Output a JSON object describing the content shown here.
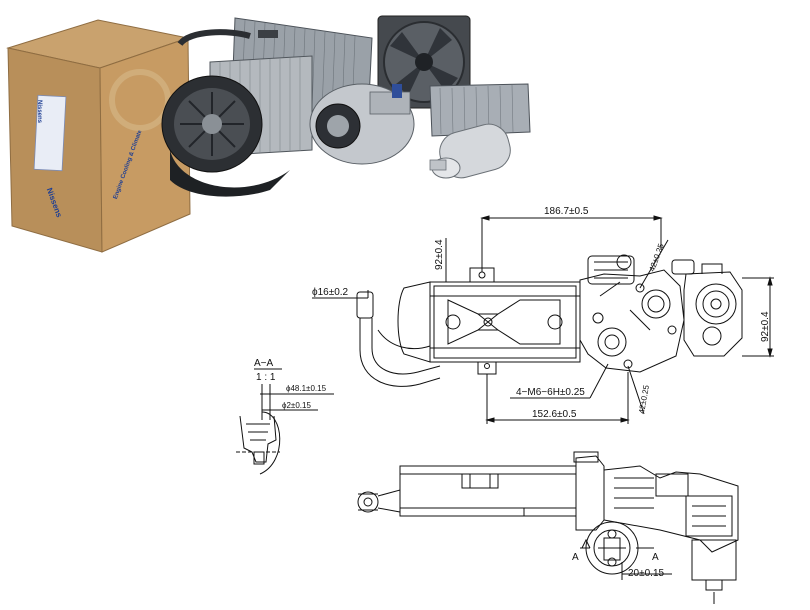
{
  "product_photo": {
    "box_brand": "Nissens",
    "box_side_brand": "Nissens",
    "box_tagline": "Engine Cooling & Climate"
  },
  "drawing": {
    "dim_top_length": "186.7±0.5",
    "dim_left_height": "92±0.4",
    "dim_right_height": "92±0.4",
    "dim_pipe_diameter": "ϕ16±0.2",
    "dim_angle_top": "42±0.25",
    "dim_angle_bottom": "42±0.25",
    "dim_thread": "4−M6−6H±0.25",
    "dim_bottom_length": "152.6±0.5",
    "section_label": "A−A",
    "section_scale": "1 : 1",
    "dim_section_d1": "ϕ48.1±0.15",
    "dim_section_d2": "ϕ2±0.15",
    "dim_side_width": "20±0.15",
    "section_marker_left": "A",
    "section_marker_right": "A"
  }
}
